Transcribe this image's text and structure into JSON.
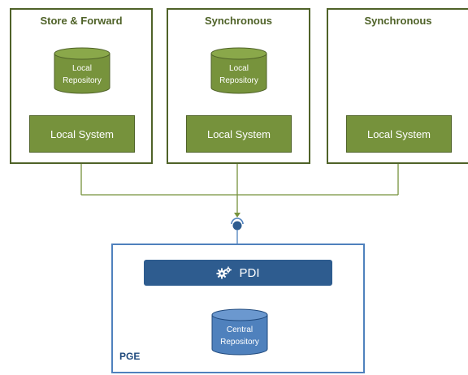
{
  "groups": [
    {
      "title": "Store & Forward",
      "has_local_repository": true,
      "local_repository_label": "Local\nRepository",
      "local_system_label": "Local System"
    },
    {
      "title": "Synchronous",
      "has_local_repository": true,
      "local_repository_label": "Local\nRepository",
      "local_system_label": "Local System"
    },
    {
      "title": "Synchronous",
      "has_local_repository": false,
      "local_system_label": "Local System"
    }
  ],
  "pge": {
    "label": "PGE",
    "pdi_label": "PDI",
    "pdi_icon": "gears-icon",
    "central_repository_label": "Central\nRepository"
  },
  "colors": {
    "green_border": "#4f6228",
    "green_fill": "#76923c",
    "green_db_fill": "#77933c",
    "blue_border": "#4f81bd",
    "blue_bar": "#2e5c8f",
    "blue_db_fill": "#4f81bd",
    "connector": "#76923c"
  }
}
